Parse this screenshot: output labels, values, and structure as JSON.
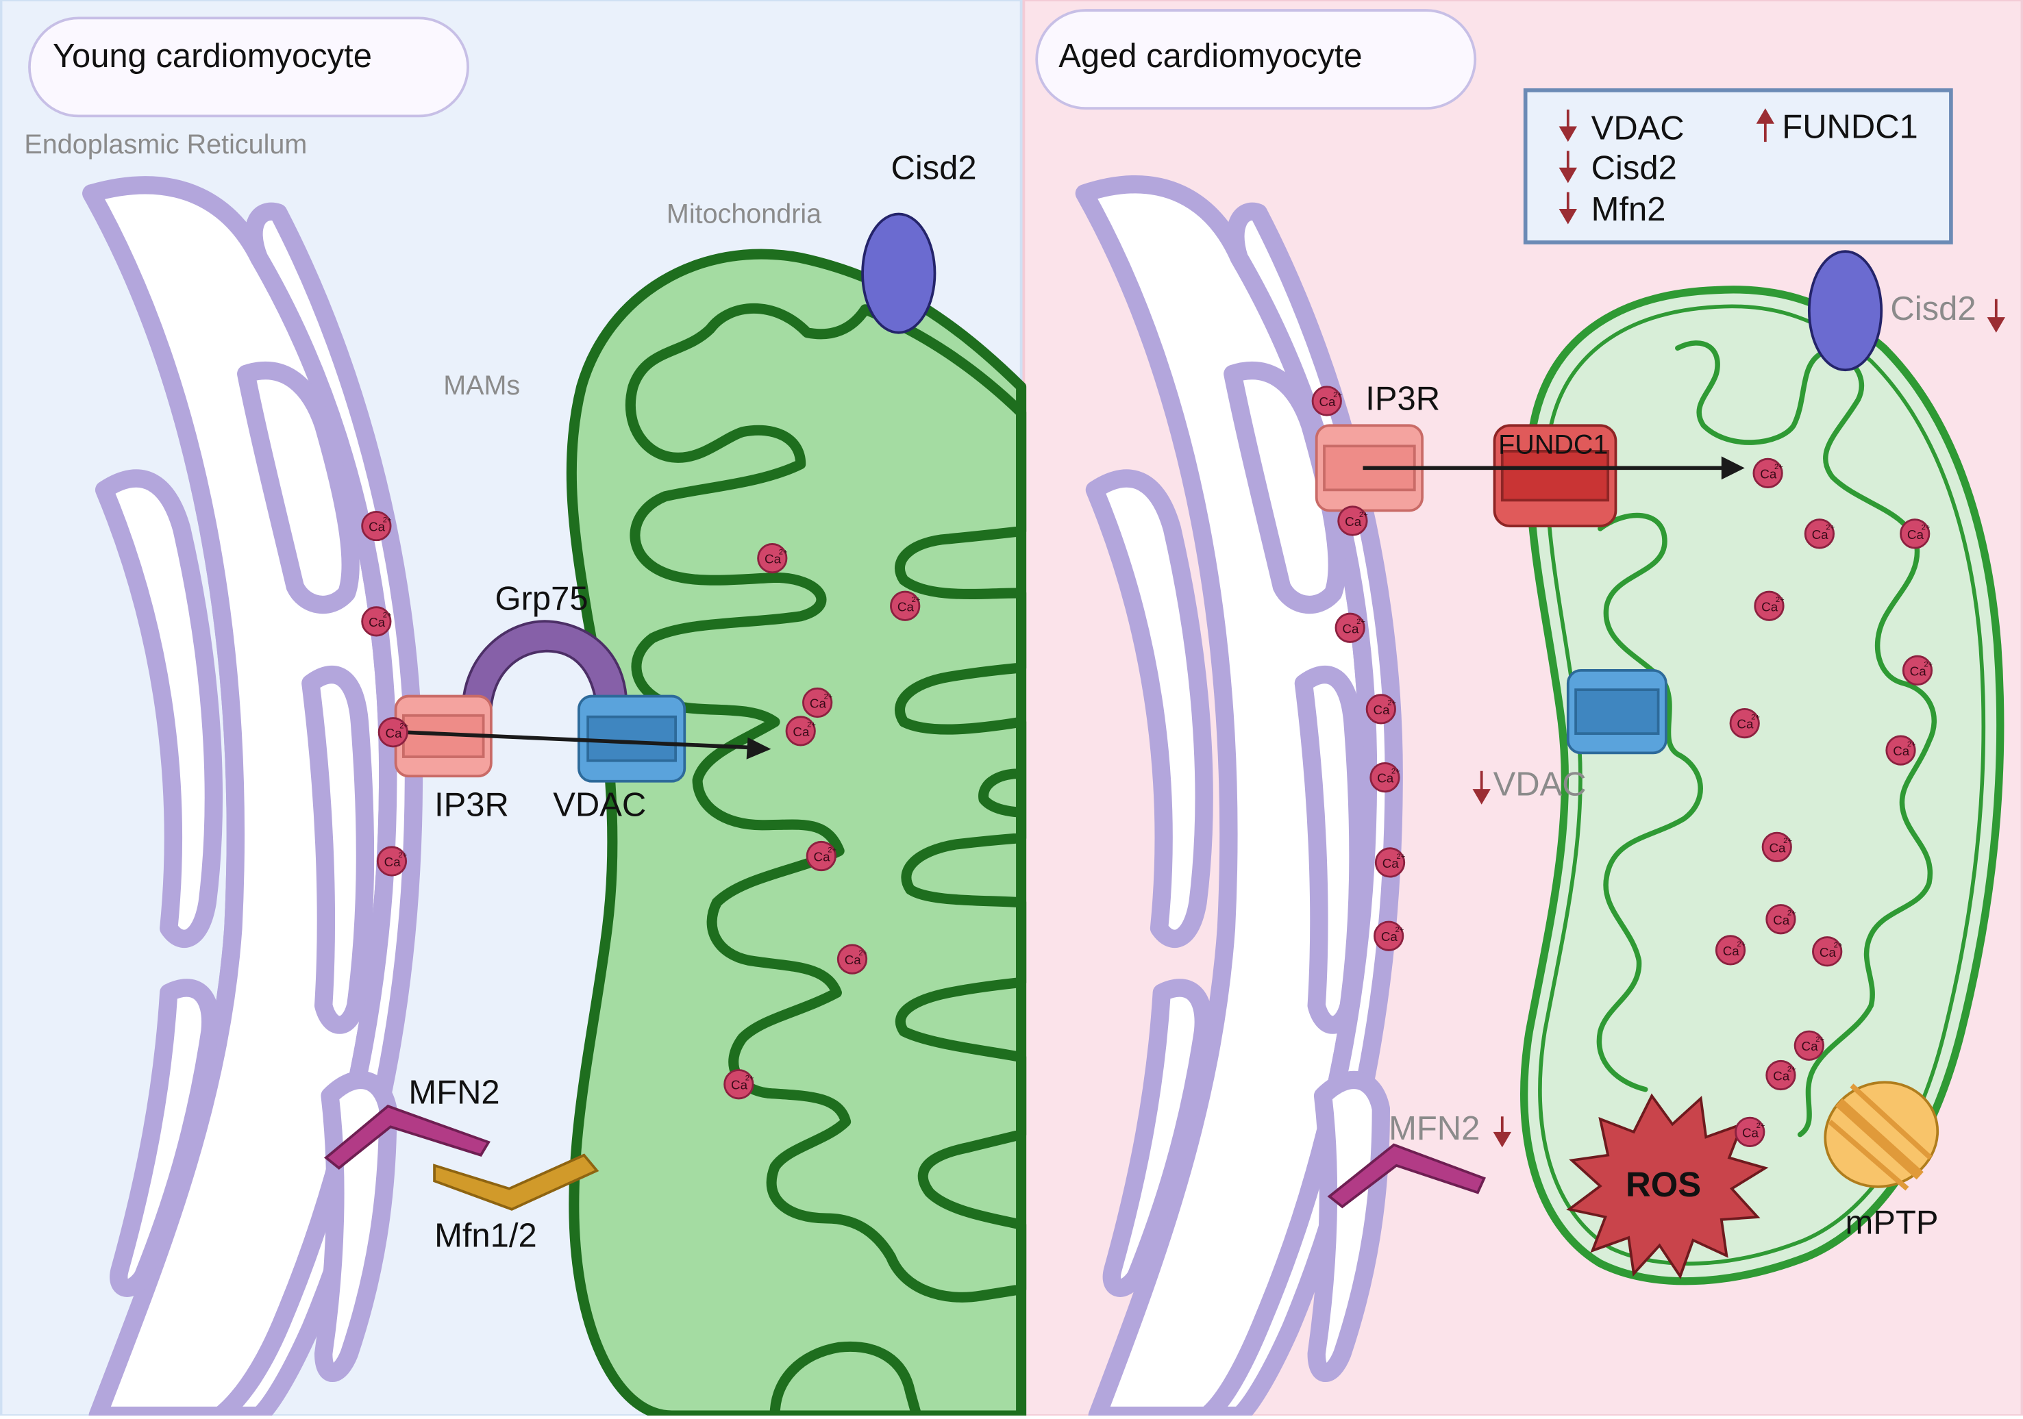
{
  "colors": {
    "young_bg": "#eaf1fb",
    "aged_bg": "#fbe3ea",
    "er_membrane": "#b3a6dc",
    "er_fill": "#ffffff",
    "mito_outer": "#1e6e1e",
    "mito_fill_young": "#a4dca2",
    "mito_fill_aged": "#d8eed8",
    "mito_stroke_aged": "#2f9a34",
    "ca_fill": "#d1466a",
    "ip3r": "#f4a39f",
    "vdac": "#5aa3dc",
    "grp75": "#8660a8",
    "cisd2": "#6b6bd0",
    "mfn2": "#b23b86",
    "mfn12": "#d19a2a",
    "fundc1": "#d64545",
    "ros": "#c9444b",
    "mptp": "#f8c46a",
    "down_arrow": "#9b2d33",
    "label_gray": "#8b8b8b"
  },
  "panels": {
    "young": {
      "title": "Young cardiomyocyte",
      "er_label": "Endoplasmic Reticulum",
      "mito_label": "Mitochondria",
      "mams_label": "MAMs",
      "cisd2_label": "Cisd2",
      "grp75_label": "Grp75",
      "ip3r_label": "IP3R",
      "vdac_label": "VDAC",
      "mfn2_label": "MFN2",
      "mfn12_label": "Mfn1/2"
    },
    "aged": {
      "title": "Aged cardiomyocyte",
      "ip3r_label": "IP3R",
      "fundc1_label": "FUNDC1",
      "cisd2_label": "Cisd2",
      "vdac_label": "VDAC",
      "mfn2_label": "MFN2",
      "ros_label": "ROS",
      "mptp_label": "mPTP",
      "legend": {
        "vdac": "VDAC",
        "cisd2": "Cisd2",
        "mfn2": "Mfn2",
        "fundc1": "FUNDC1"
      }
    }
  },
  "ca": {
    "label": "Ca",
    "charge": "2+"
  }
}
